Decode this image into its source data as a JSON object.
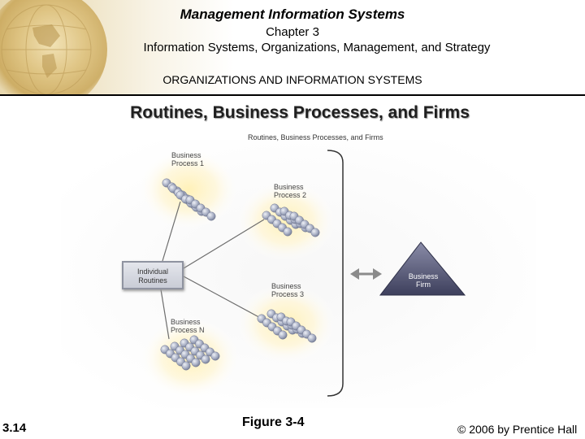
{
  "header": {
    "course": "Management Information Systems",
    "chapter": "Chapter 3",
    "chapter_title": "Information Systems, Organizations, Management, and Strategy",
    "section": "ORGANIZATIONS AND INFORMATION SYSTEMS"
  },
  "slide": {
    "title": "Routines, Business Processes, and Firms"
  },
  "figure": {
    "title": "Routines, Business Processes, and Firms",
    "processes": [
      {
        "line1": "Business",
        "line2": "Process 1"
      },
      {
        "line1": "Business",
        "line2": "Process 2"
      },
      {
        "line1": "Business",
        "line2": "Process 3"
      },
      {
        "line1": "Business",
        "line2": "Process N"
      }
    ],
    "routines": {
      "line1": "Individual",
      "line2": "Routines"
    },
    "firm": {
      "line1": "Business",
      "line2": "Firm"
    }
  },
  "footer": {
    "slide_number": "3.14",
    "figure_label": "Figure 3-4",
    "copyright": "© 2006 by Prentice Hall"
  },
  "colors": {
    "glow": "#fff3c4",
    "routine_ball": "#9ea6bd",
    "firm_triangle": "#5a5c7a"
  }
}
